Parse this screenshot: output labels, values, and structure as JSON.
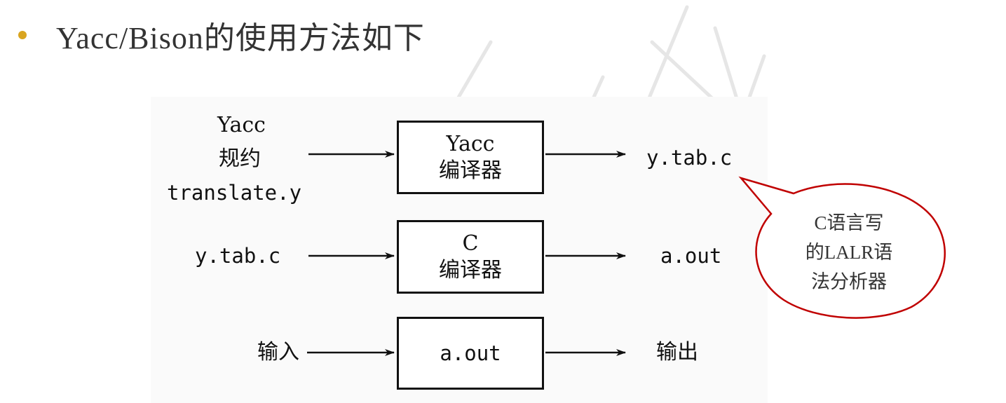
{
  "colors": {
    "bullet": "#d9a520",
    "callout_border": "#c00000",
    "ink": "#111111",
    "watermark": "#e6e6e6"
  },
  "header": {
    "bullet_icon": "dot-bullet-icon",
    "title": "Yacc/Bison的使用方法如下"
  },
  "diagram": {
    "row1": {
      "input_lines": [
        "Yacc",
        "规约",
        "translate.y"
      ],
      "box_lines": [
        "Yacc",
        "编译器"
      ],
      "output": "y.tab.c"
    },
    "row2": {
      "input": "y.tab.c",
      "box_lines": [
        "C",
        "编译器"
      ],
      "output": "a.out"
    },
    "row3": {
      "input": "输入",
      "box": "a.out",
      "output": "输出"
    },
    "callout_lines": [
      "C语言写",
      "的LALR语",
      "法分析器"
    ]
  }
}
